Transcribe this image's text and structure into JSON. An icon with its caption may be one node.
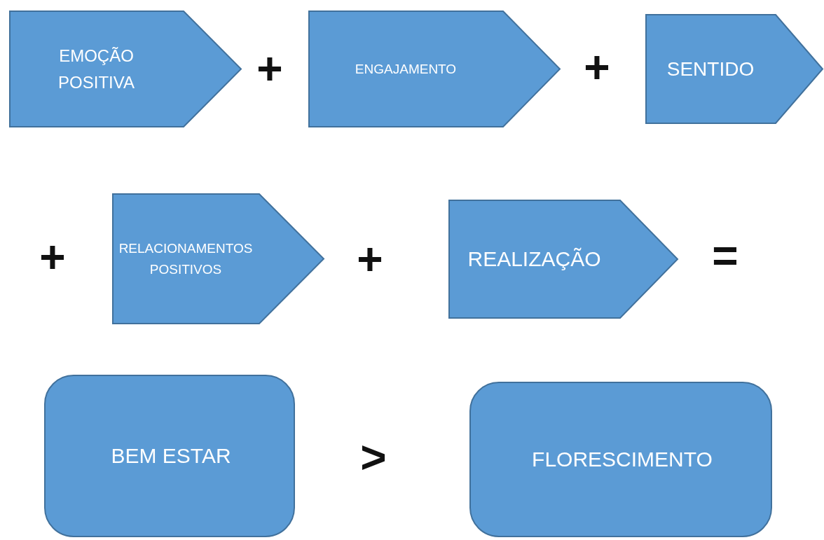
{
  "diagram": {
    "nodes": [
      {
        "text": [
          "EMOÇÃO POSITIVA"
        ]
      },
      {
        "text": [
          "ENGAJAMENTO"
        ]
      },
      {
        "text": [
          "SENTIDO"
        ]
      },
      {
        "text": [
          "RELACIONAMENTOS POSITIVOS"
        ]
      },
      {
        "text": [
          "REALIZAÇÃO"
        ]
      },
      {
        "text": [
          "BEM ESTAR"
        ]
      },
      {
        "text": [
          "FLORESCIMENTO"
        ]
      }
    ],
    "labels": [
      "+",
      "+",
      "+",
      "+",
      "=",
      ">"
    ]
  }
}
